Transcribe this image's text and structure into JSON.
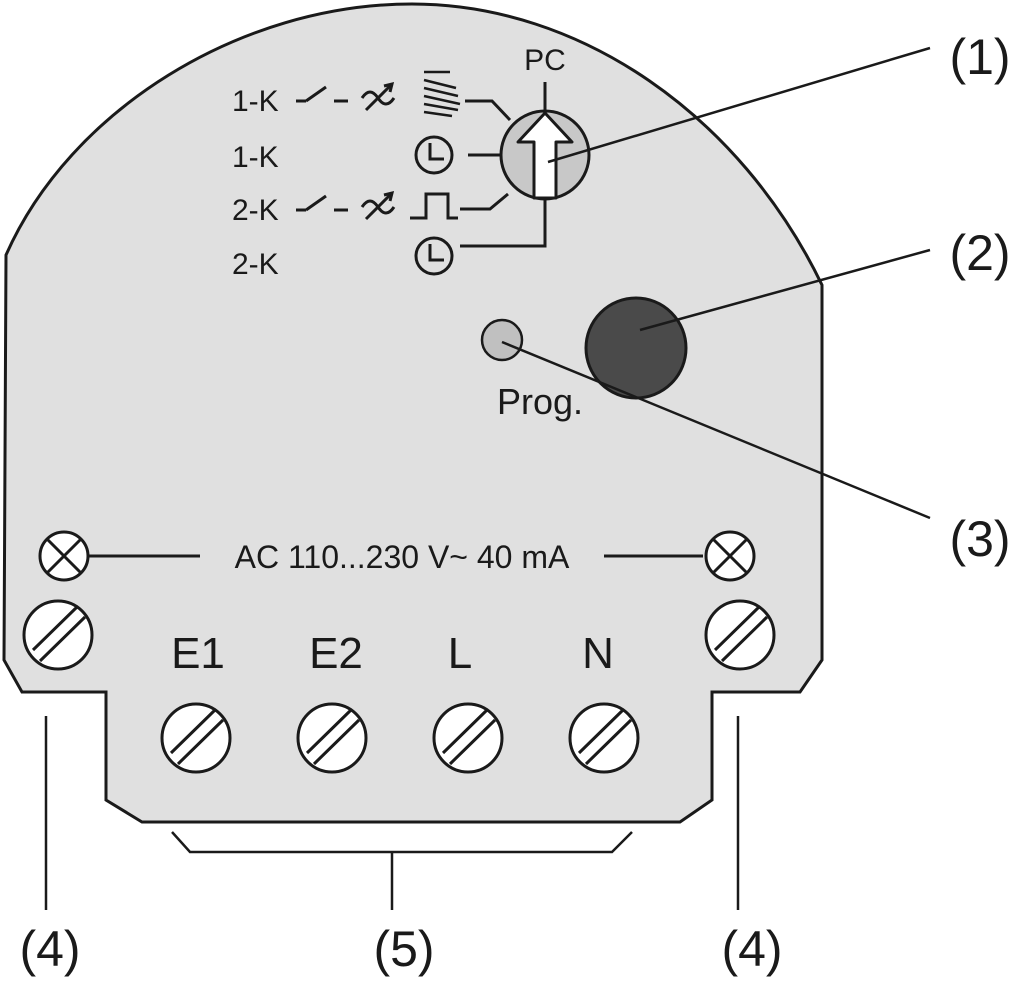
{
  "colors": {
    "housing_fill": "#e0e0e0",
    "outline": "#1a1a1a",
    "knob_fill": "#c8c8c8",
    "button_fill": "#4a4a4a",
    "led_fill": "#c0c0c0",
    "screw_fill": "#ffffff"
  },
  "rotary_switch": {
    "top_label": "PC",
    "positions": [
      {
        "label": "1-K",
        "icon": "blinds-icon"
      },
      {
        "label": "1-K",
        "icon": "clock-icon"
      },
      {
        "label": "2-K",
        "icon": "pulse-icon"
      },
      {
        "label": "2-K",
        "icon": "clock-icon"
      }
    ]
  },
  "prog_label": "Prog.",
  "supply_label": "AC 110...230 V~ 40 mA",
  "terminals": [
    "E1",
    "E2",
    "L",
    "N"
  ],
  "callouts": {
    "c1": "(1)",
    "c2": "(2)",
    "c3": "(3)",
    "c4_left": "(4)",
    "c5": "(5)",
    "c4_right": "(4)"
  }
}
